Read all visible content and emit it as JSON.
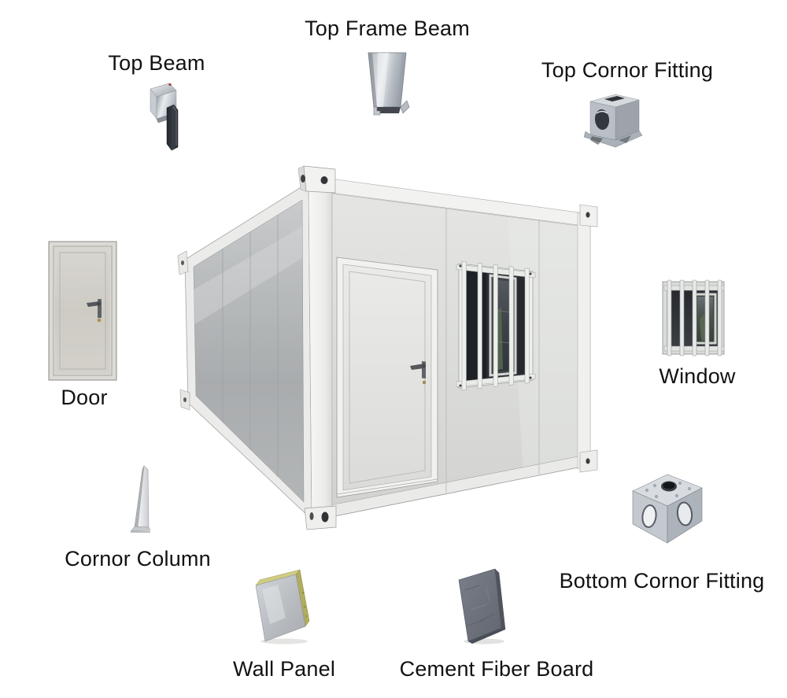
{
  "page": {
    "background_color": "#ffffff",
    "label_text_color": "#121212"
  },
  "diagram": {
    "kind": "labeled-parts-diagram",
    "subject": "container-house",
    "center_image": "container-house",
    "parts": [
      {
        "id": "top-beam",
        "label": "Top Beam",
        "image": "top-beam-icon",
        "label_position": "above"
      },
      {
        "id": "top-frame-beam",
        "label": "Top Frame Beam",
        "image": "top-frame-beam-icon",
        "label_position": "above"
      },
      {
        "id": "top-cornor-fitting",
        "label": "Top Cornor Fitting",
        "image": "top-cornor-fitting-icon",
        "label_position": "above"
      },
      {
        "id": "door",
        "label": "Door",
        "image": "door-icon",
        "label_position": "below"
      },
      {
        "id": "window",
        "label": "Window",
        "image": "window-icon",
        "label_position": "below"
      },
      {
        "id": "cornor-column",
        "label": "Cornor Column",
        "image": "cornor-column-icon",
        "label_position": "below"
      },
      {
        "id": "bottom-cornor-fitting",
        "label": "Bottom Cornor Fitting",
        "image": "bottom-cornor-fitting-icon",
        "label_position": "below"
      },
      {
        "id": "wall-panel",
        "label": "Wall Panel",
        "image": "wall-panel-icon",
        "label_position": "below"
      },
      {
        "id": "cement-fiber-board",
        "label": "Cement Fiber Board",
        "image": "cement-fiber-board-icon",
        "label_position": "below"
      }
    ],
    "colors": {
      "galvanized_steel": "#c6cbd1",
      "house_frame_white": "#f2f2f0",
      "house_side_wall": "#b3b6b7",
      "house_front_wall": "#dcdddb",
      "window_glass_dark": "#2b2e32",
      "wall_panel_core_yellow": "#c9c77c",
      "cement_board_grey": "#6e717b",
      "door_leaf_grey": "#d2d0c9"
    }
  }
}
